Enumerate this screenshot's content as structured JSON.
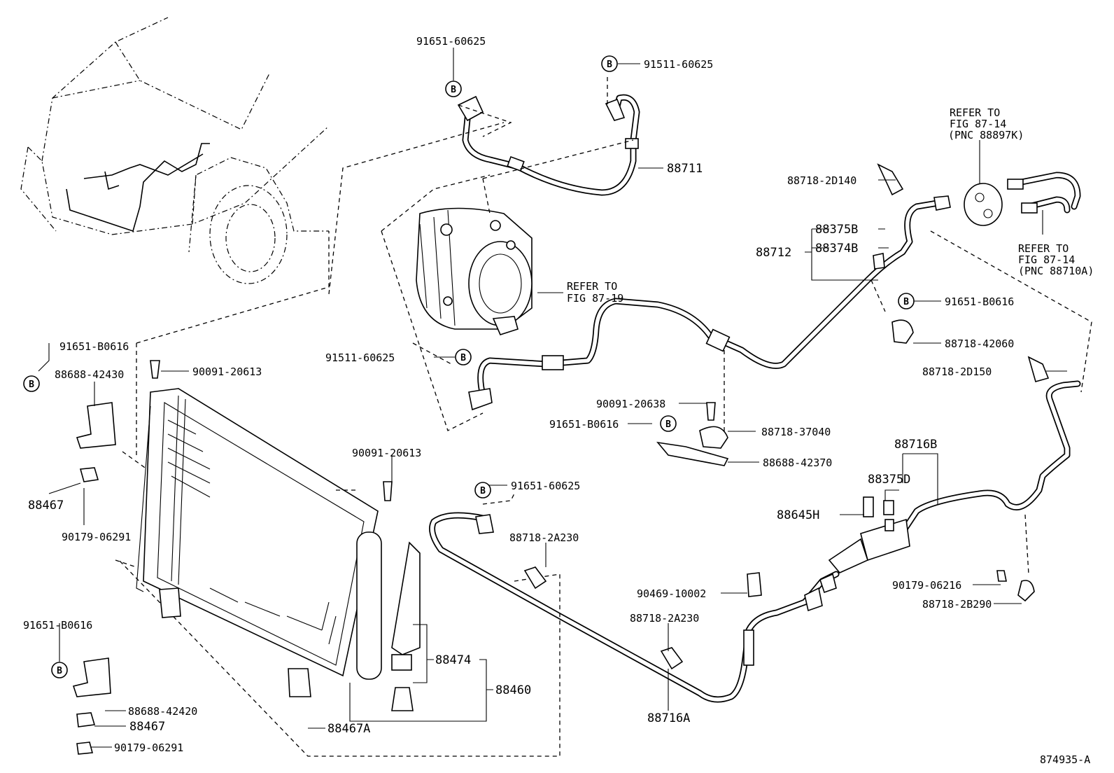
{
  "diagram_id": "874935-A",
  "circle_marker": "B",
  "labels": {
    "l1": "91651-60625",
    "l2": "91511-60625",
    "l3": "88711",
    "l4": "REFER TO",
    "l5": "FIG 87-14",
    "l6": "(PNC 88897K)",
    "l7": "88718-2D140",
    "l8": "88375B",
    "l9": "88712",
    "l10": "88374B",
    "l11": "REFER TO",
    "l12": "FIG 87-14",
    "l13": "(PNC 88710A)",
    "l14": "REFER TO",
    "l15": "FIG 87-19",
    "l16": "91651-B0616",
    "l17": "88718-42060",
    "l18": "91651-B0616",
    "l19": "88688-42430",
    "l20": "90091-20613",
    "l21": "91511-60625",
    "l22": "88718-2D150",
    "l23": "90091-20638",
    "l24": "91651-B0616",
    "l25": "88718-37040",
    "l26": "88688-42370",
    "l27": "88716B",
    "l28": "90091-20613",
    "l29": "88375D",
    "l30": "88467",
    "l31": "91651-60625",
    "l32": "90179-06291",
    "l33": "88645H",
    "l34": "88718-2A230",
    "l35": "90469-10002",
    "l36": "90179-06216",
    "l37": "88718-2B290",
    "l38": "88718-2A230",
    "l39": "91651-B0616",
    "l40": "88474",
    "l41": "88460",
    "l42": "88688-42420",
    "l43": "88467",
    "l44": "88467A",
    "l45": "88716A",
    "l46": "90179-06291"
  }
}
